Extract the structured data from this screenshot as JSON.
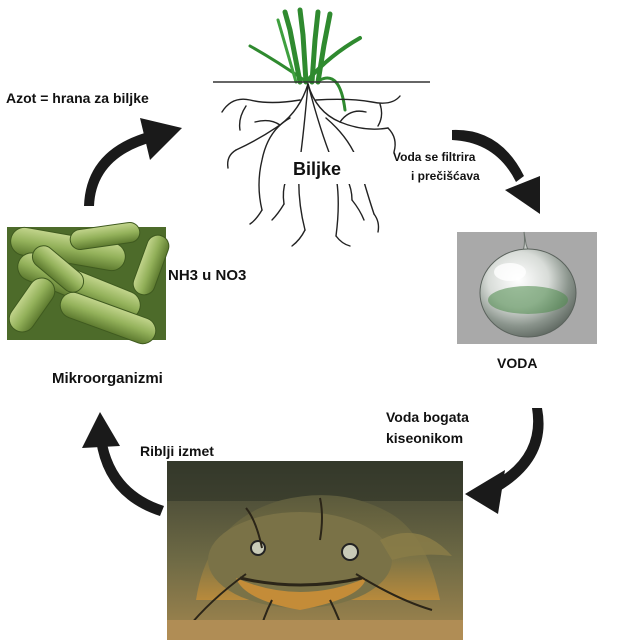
{
  "labels": {
    "plants": "Biljke",
    "nitrogen_food": "Azot = hrana za biljke",
    "water_filtered_line1": "Voda se filtrira",
    "water_filtered_line2": "i prečišćava",
    "nh3_no3": "NH3 u NO3",
    "water": "VODA",
    "microorganisms": "Mikroorganizmi",
    "oxygen_rich_line1": "Voda bogata",
    "oxygen_rich_line2": "kiseonikom",
    "fish_waste": "Riblji izmet"
  },
  "colors": {
    "arrow": "#1a1a1a",
    "plant_leaf": "#2f8a2f",
    "root": "#222222",
    "bacteria": "#8fae55",
    "bacteria_bg": "#4d6b2a",
    "water_bg": "#a9a9a9",
    "fish_water": "#6b6b3a"
  },
  "icons": {
    "plant": "plant-roots-icon",
    "water": "water-drop-icon",
    "fish": "catfish-icon",
    "microbes": "bacteria-icon"
  }
}
